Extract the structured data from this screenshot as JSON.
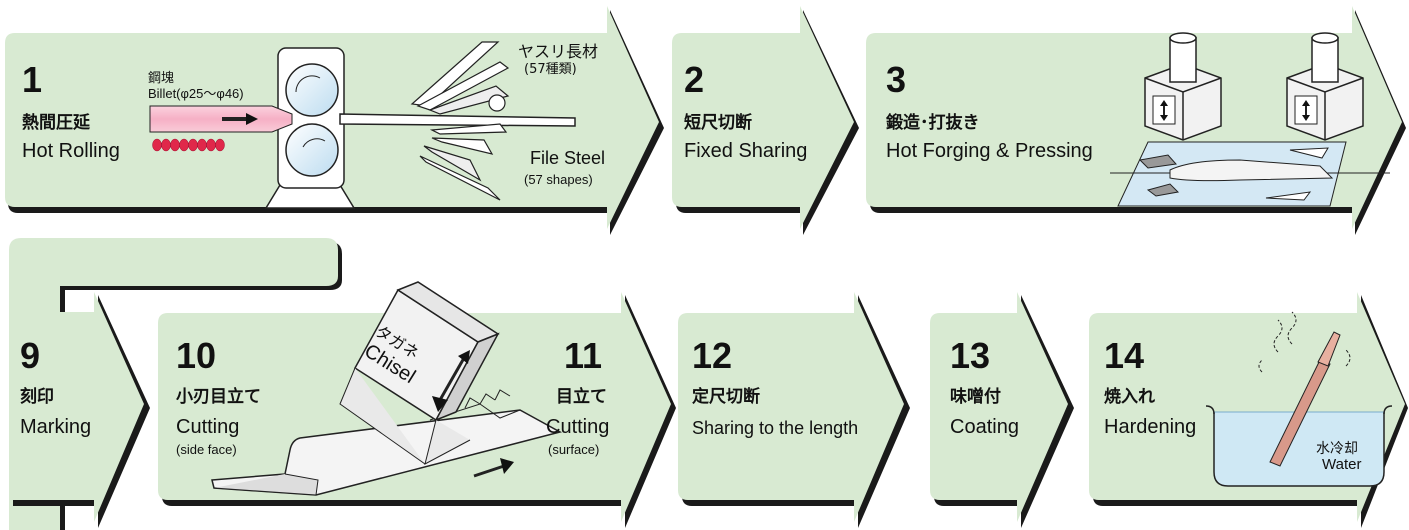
{
  "colors": {
    "panel": "#d8ead2",
    "outline": "#222222",
    "billet": "#f5b5c8",
    "dots": "#e0284a",
    "water": "#cfe8f4"
  },
  "steps": [
    {
      "num": "1",
      "jp": "熱間圧延",
      "en": "Hot Rolling"
    },
    {
      "num": "2",
      "jp": "短尺切断",
      "en": "Fixed Sharing"
    },
    {
      "num": "3",
      "jp": "鍛造･打抜き",
      "en": "Hot Forging & Pressing"
    },
    {
      "num": "9",
      "jp": "刻印",
      "en": "Marking"
    },
    {
      "num": "10",
      "jp": "小刃目立て",
      "en": "Cutting",
      "note": "(side face)"
    },
    {
      "num": "11",
      "jp": "目立て",
      "en": "Cutting",
      "note": "(surface)"
    },
    {
      "num": "12",
      "jp": "定尺切断",
      "en": "Sharing to the length"
    },
    {
      "num": "13",
      "jp": "味噌付",
      "en": "Coating"
    },
    {
      "num": "14",
      "jp": "焼入れ",
      "en": "Hardening"
    }
  ],
  "annotations": {
    "billet_jp": "鋼塊",
    "billet_en": "Billet(φ25〜φ46)",
    "file_jp": "ヤスリ長材",
    "file_jp_count": "(57種類)",
    "file_en": "File Steel",
    "file_en_count": "(57 shapes)",
    "chisel_jp": "タガネ",
    "chisel_en": "Chisel",
    "water_jp": "水冷却",
    "water_en": "Water"
  }
}
